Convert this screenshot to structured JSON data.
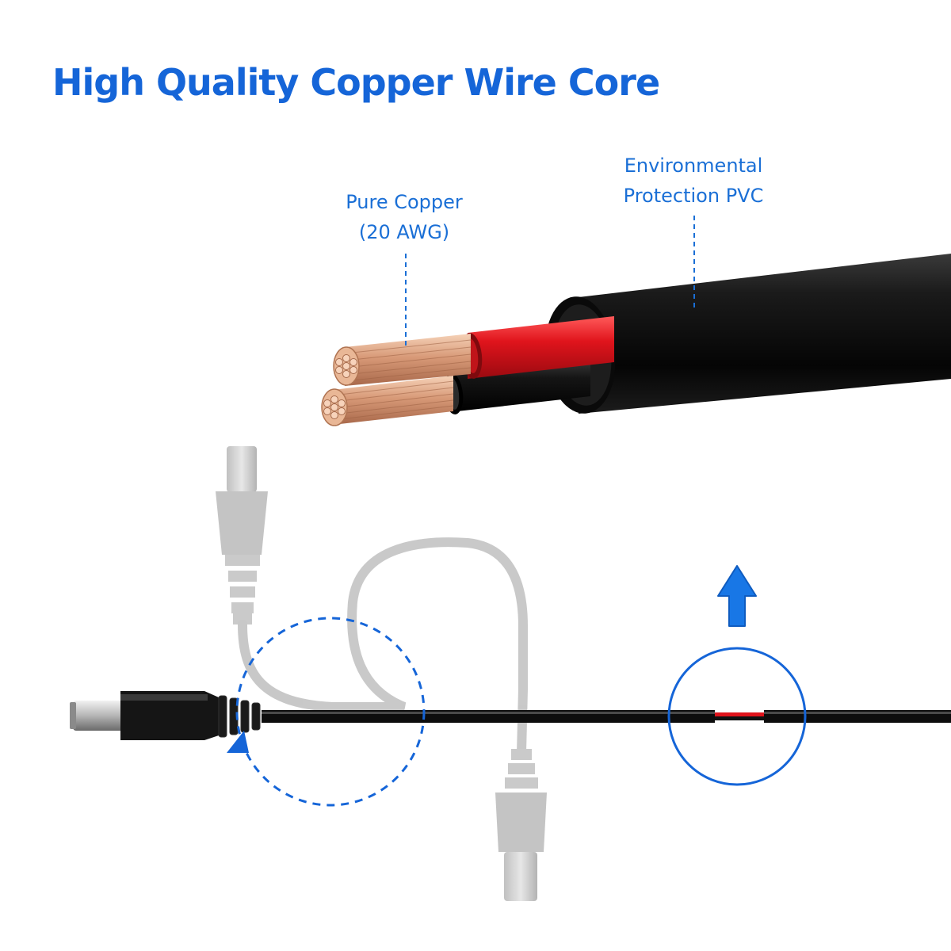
{
  "title": "High Quality Copper Wire Core",
  "labels": {
    "copper": {
      "line1": "Pure Copper",
      "line2": "(20 AWG)"
    },
    "pvc": {
      "line1": "Environmental",
      "line2": "Protection PVC"
    }
  },
  "colors": {
    "accent": "#1565d8",
    "jacket": "#111111",
    "red_insulation": "#e0141c",
    "copper": "#d89a78",
    "ghost_cable": "#c4c4c4"
  },
  "icons": {
    "flexibility_indicator": "dashed-circle-with-arrowhead",
    "direction_indicator": "up-arrow",
    "zoom_indicator": "magnifier-circle"
  }
}
